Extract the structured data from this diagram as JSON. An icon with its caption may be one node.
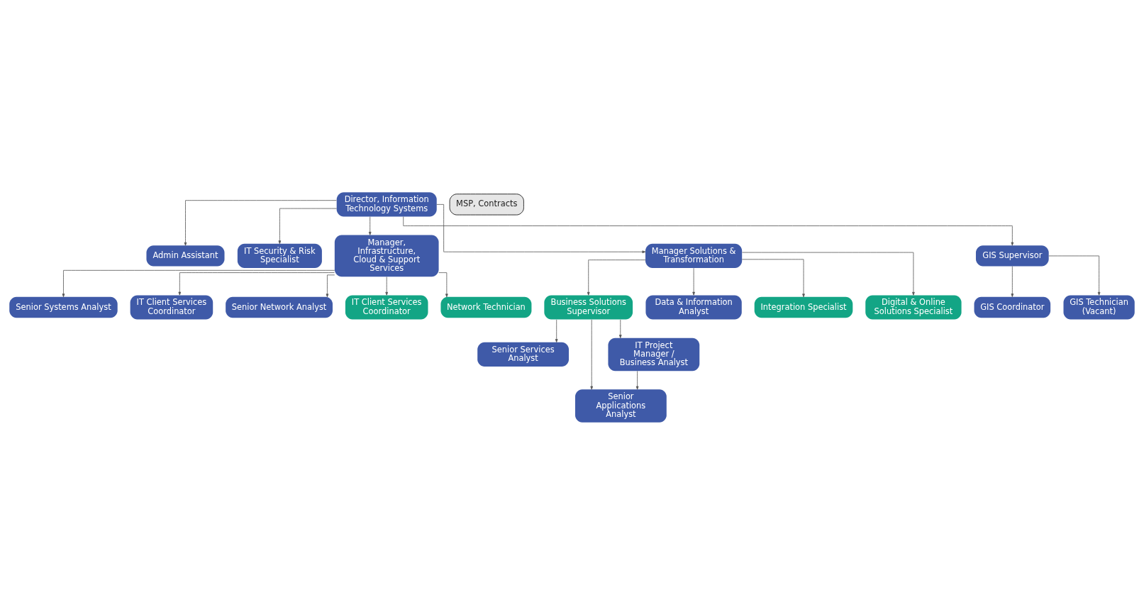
{
  "diagram": {
    "nodes": [
      {
        "text": [
          "Director, Information Technology Systems"
        ]
      },
      {
        "text": [
          "Admin Assistant"
        ]
      },
      {
        "text": [
          "IT Security & Risk Specialist"
        ]
      },
      {
        "text": [
          "Manager, Infrastructure, Cloud & Support Services"
        ]
      },
      {
        "text": [
          "Manager Solutions & Transformation"
        ]
      },
      {
        "text": [
          "GIS Supervisor"
        ]
      },
      {
        "text": [
          "Senior Systems Analyst"
        ]
      },
      {
        "text": [
          "IT Client Services Coordinator"
        ]
      },
      {
        "text": [
          "Senior Network Analyst"
        ]
      },
      {
        "text": [
          "IT Client Services Coordinator"
        ]
      },
      {
        "text": [
          "Network Technician"
        ]
      },
      {
        "text": [
          "Business Solutions Supervisor"
        ]
      },
      {
        "text": [
          "Data & Information Analyst"
        ]
      },
      {
        "text": [
          "Integration Specialist"
        ]
      },
      {
        "text": [
          "Digital & Online Solutions Specialist"
        ]
      },
      {
        "text": [
          "GIS Coordinator"
        ]
      },
      {
        "text": [
          "GIS Technician (Vacant)"
        ]
      },
      {
        "text": [
          "Senior Services Analyst"
        ]
      },
      {
        "text": [
          "Senior Applications Analyst"
        ]
      },
      {
        "text": [
          "IT Project Manager / Business Analyst"
        ]
      },
      {
        "text": [
          "MSP, Contracts"
        ]
      }
    ],
    "edges": [
      {
        "from": 0,
        "to": 1,
        "arrow": "to"
      },
      {
        "from": 0,
        "to": 2,
        "arrow": "to"
      },
      {
        "from": 0,
        "to": 3,
        "arrow": "to"
      },
      {
        "from": 0,
        "to": 4,
        "arrow": "to"
      },
      {
        "from": 0,
        "to": 5,
        "arrow": "to"
      },
      {
        "from": 3,
        "to": 6,
        "arrow": "to"
      },
      {
        "from": 3,
        "to": 7,
        "arrow": "to"
      },
      {
        "from": 3,
        "to": 8,
        "arrow": "to"
      },
      {
        "from": 3,
        "to": 9,
        "arrow": "to"
      },
      {
        "from": 3,
        "to": 10,
        "arrow": "to"
      },
      {
        "from": 4,
        "to": 11,
        "arrow": "to"
      },
      {
        "from": 4,
        "to": 12,
        "arrow": "to"
      },
      {
        "from": 4,
        "to": 13,
        "arrow": "to"
      },
      {
        "from": 4,
        "to": 14,
        "arrow": "to"
      },
      {
        "from": 5,
        "to": 15,
        "arrow": "to"
      },
      {
        "from": 5,
        "to": 16,
        "arrow": "to"
      },
      {
        "from": 11,
        "to": 17,
        "arrow": "to"
      },
      {
        "from": 11,
        "to": 18,
        "arrow": "to"
      },
      {
        "from": 11,
        "to": 19,
        "arrow": "to"
      },
      {
        "from": 19,
        "to": 18,
        "arrow": "to"
      }
    ]
  }
}
